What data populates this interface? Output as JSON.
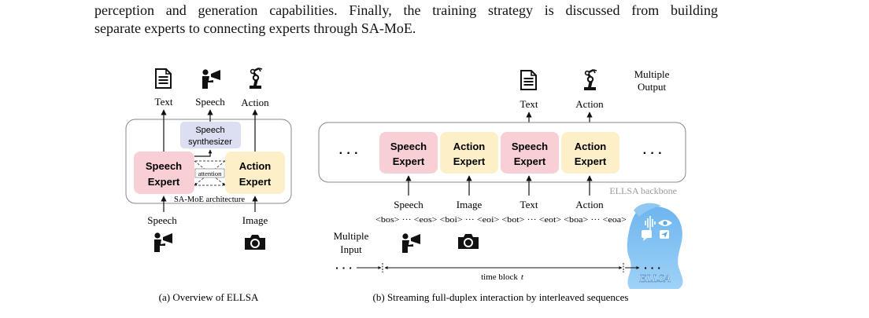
{
  "paragraph": {
    "line1": "perception and generation capabilities.  Finally, the training strategy is discussed from building",
    "line2": "separate experts to connecting experts through SA-MoE."
  },
  "figure_a": {
    "caption": "(a) Overview of ELLSA",
    "outputs": {
      "text": "Text",
      "speech": "Speech",
      "action": "Action"
    },
    "synth": {
      "line1": "Speech",
      "line2": "synthesizer"
    },
    "speech_expert": {
      "line1": "Speech",
      "line2": "Expert"
    },
    "action_expert": {
      "line1": "Action",
      "line2": "Expert"
    },
    "attention": "attention",
    "arch_label": "SA-MoE architecture",
    "inputs": {
      "speech": "Speech",
      "image": "Image"
    }
  },
  "figure_b": {
    "caption": "(b) Streaming full-duplex interaction by interleaved sequences",
    "multiple_output": {
      "line1": "Multiple",
      "line2": "Output"
    },
    "outputs": {
      "text": "Text",
      "action": "Action"
    },
    "ellipsis": "· · ·",
    "experts": [
      {
        "line1": "Speech",
        "line2": "Expert",
        "color": "#f8cfd4"
      },
      {
        "line1": "Action",
        "line2": "Expert",
        "color": "#fdefc8"
      },
      {
        "line1": "Speech",
        "line2": "Expert",
        "color": "#f8cfd4"
      },
      {
        "line1": "Action",
        "line2": "Expert",
        "color": "#fdefc8"
      }
    ],
    "backbone_label": "ELLSA backbone",
    "modalities": [
      "Speech",
      "Image",
      "Text",
      "Action"
    ],
    "token_line": "<bos> ··· <eos> <boi> ··· <eoi> <bot> ··· <eot> <boa> ··· <eoa>",
    "multiple_input": {
      "line1": "Multiple",
      "line2": "Input"
    },
    "time_block": "time block",
    "time_var": "t",
    "logo_text": "ELLSA"
  },
  "colors": {
    "speech_expert": "#f8cfd4",
    "action_expert": "#fdefc8",
    "synthesizer": "#dcdff1",
    "logo": "#5aa6e6"
  }
}
